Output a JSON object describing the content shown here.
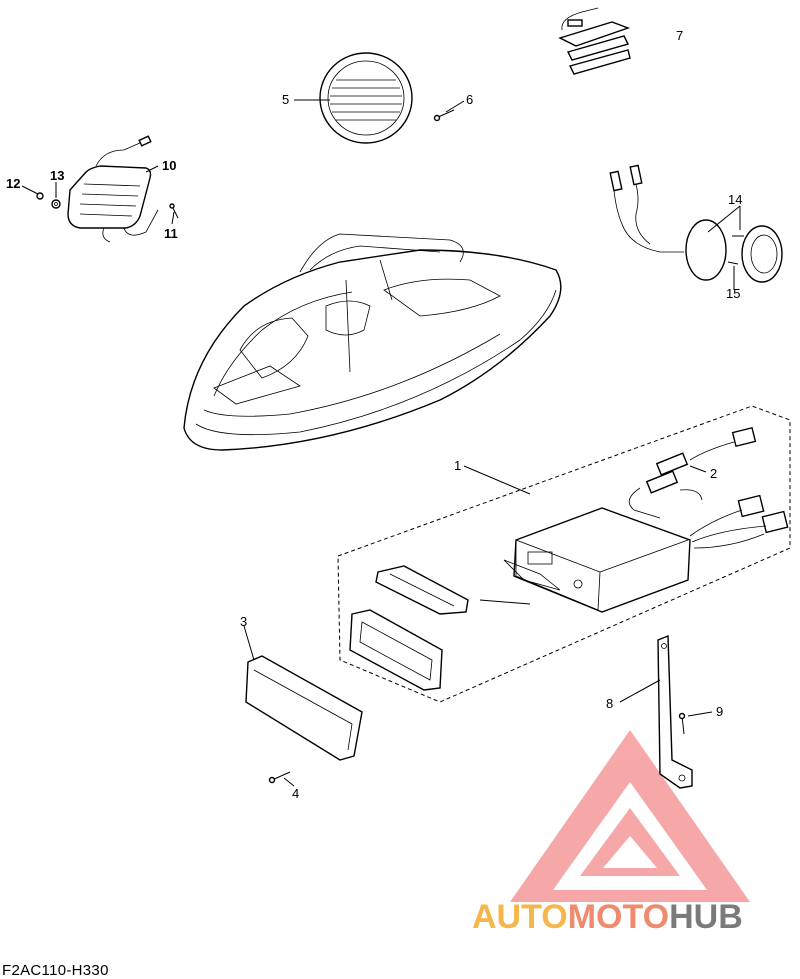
{
  "diagram_code": "F2AC110-H330",
  "callouts": {
    "c1": "1",
    "c2": "2",
    "c3": "3",
    "c4": "4",
    "c5": "5",
    "c6": "6",
    "c7": "7",
    "c8": "8",
    "c9": "9",
    "c10": "10",
    "c11": "11",
    "c12": "12",
    "c13": "13",
    "c14": "14",
    "c15": "15"
  },
  "watermark": {
    "part1": "AUTO",
    "part2": "MOTO",
    "part3": "HUB",
    "color_light": "#f6b74a",
    "color_mid": "#f08a6e",
    "color_dark": "#7a7a7a"
  }
}
